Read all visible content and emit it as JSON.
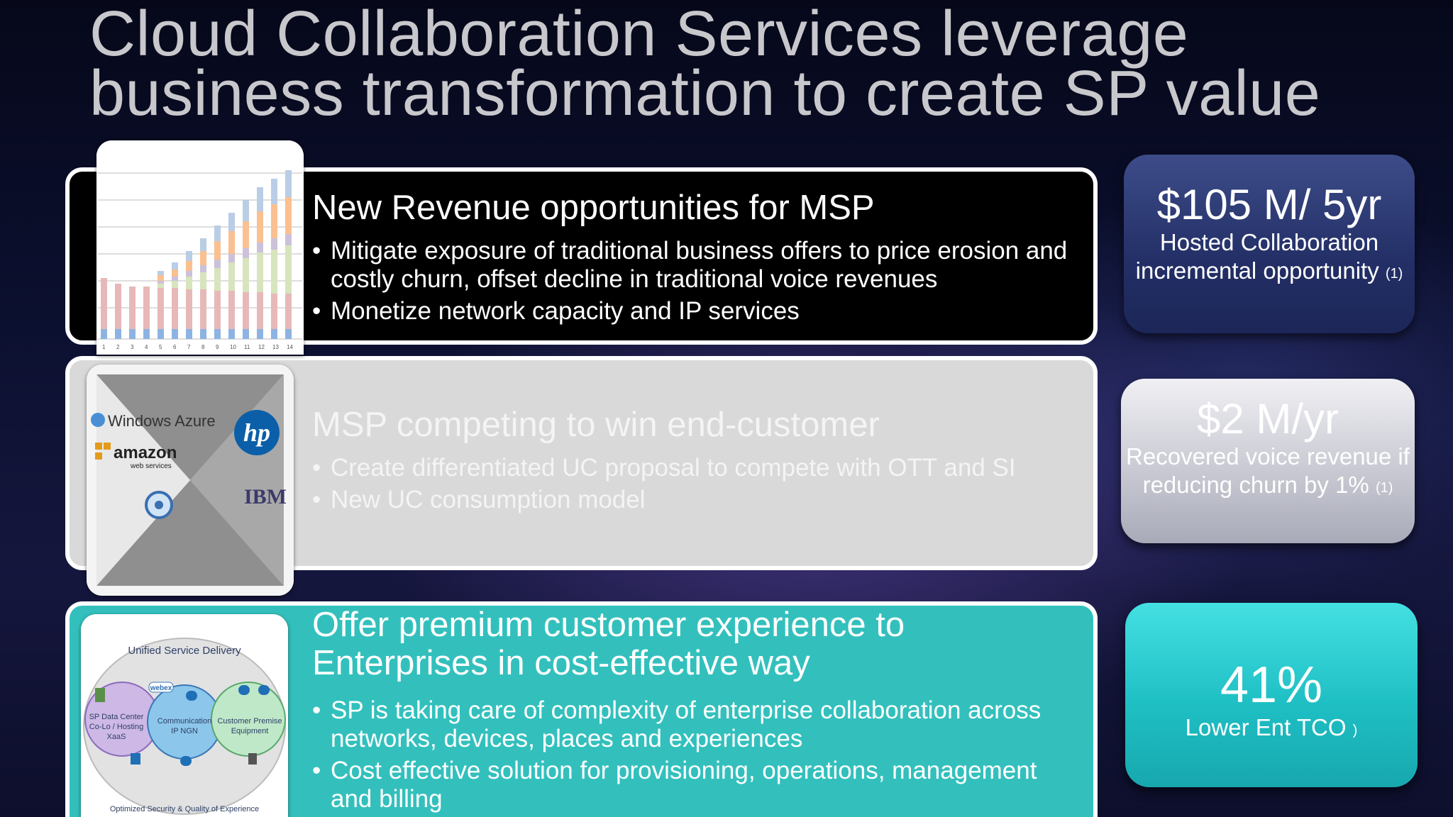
{
  "title": {
    "line1": "Cloud Collaboration Services leverage",
    "line2": "business transformation to create SP value"
  },
  "rows": [
    {
      "title": "New Revenue opportunities for MSP",
      "bullets": [
        "Mitigate exposure of traditional business offers to price erosion and costly churn, offset decline in traditional voice revenues",
        "Monetize network capacity and IP services"
      ]
    },
    {
      "title": "MSP competing to win end-customer",
      "bullets": [
        "Create differentiated UC proposal to compete with OTT and SI",
        "New UC consumption model"
      ]
    },
    {
      "title": "Offer premium customer experience to Enterprises in cost-effective way",
      "bullets": [
        "SP is taking care of complexity of enterprise collaboration across networks, devices, places and experiences",
        "Cost effective solution for provisioning, operations, management and billing"
      ]
    }
  ],
  "stats": [
    {
      "value": "$105 M/ 5yr",
      "desc": "Hosted Collaboration incremental opportunity",
      "note": "(1)"
    },
    {
      "value": "$2 M/yr",
      "desc": "Recovered voice revenue if reducing churn by 1%",
      "note": "(1)"
    },
    {
      "value": "41%",
      "desc": "Lower Ent TCO",
      "note": ")"
    }
  ],
  "bullet_char": "•",
  "thumb_chart": {
    "x_ticks": [
      "1",
      "2",
      "3",
      "4",
      "5",
      "6",
      "7",
      "8",
      "9",
      "10",
      "11",
      "12",
      "13",
      "14"
    ]
  },
  "thumb_logos": {
    "azure": "Windows Azure",
    "amazon": "amazon",
    "amazon_sub": "web services",
    "hp": "hp",
    "ibm": "IBM"
  },
  "thumb_diagram": {
    "title": "Unified Service Delivery",
    "webex": "webex",
    "left": "SP Data Center Co-Lo / Hosting XaaS",
    "middle": "Communication IP NGN",
    "right": "Customer Premise Equipment",
    "footer": "Optimized Security & Quality of Experience"
  }
}
